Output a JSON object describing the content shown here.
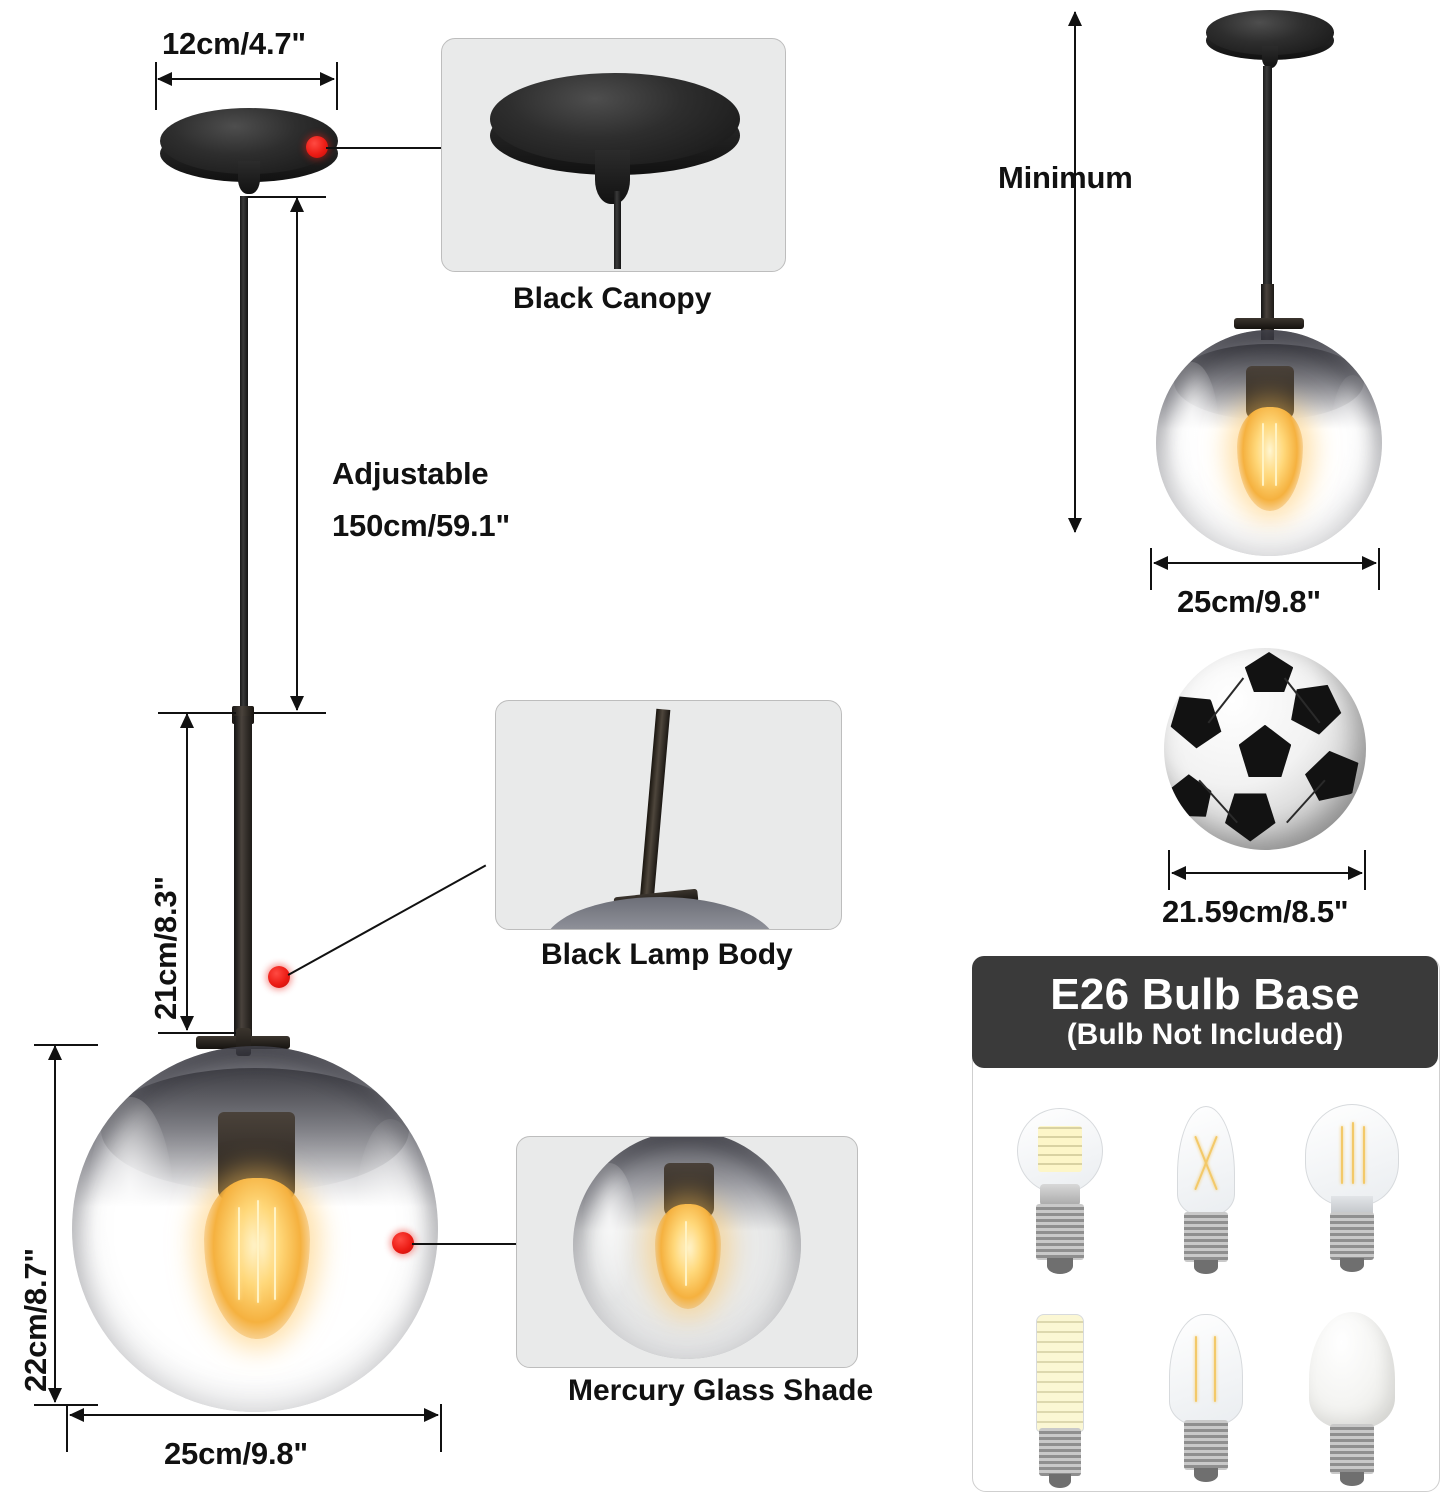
{
  "product": {
    "type": "glass-globe-pendant-light",
    "finish": "mercury-gradient-glass",
    "hardware_color": "black"
  },
  "main_diagram": {
    "canopy_width": {
      "label": "12cm/4.7\"",
      "cm": 12,
      "inch": 4.7
    },
    "adjustable": {
      "line1": "Adjustable",
      "line2": "150cm/59.1\"",
      "cm": 150,
      "inch": 59.1
    },
    "rod_length": {
      "label": "21cm/8.3\"",
      "cm": 21,
      "inch": 8.3
    },
    "shade_height": {
      "label": "22cm/8.7\"",
      "cm": 22,
      "inch": 8.7
    },
    "shade_width": {
      "label": "25cm/9.8\"",
      "cm": 25,
      "inch": 9.8
    }
  },
  "callouts": [
    {
      "id": "canopy",
      "label": "Black Canopy"
    },
    {
      "id": "lamp-body",
      "label": "Black Lamp Body"
    },
    {
      "id": "glass-shade",
      "label": "Mercury Glass Shade"
    }
  ],
  "right_panel": {
    "minimum_label": "Minimum",
    "pendant_width": {
      "label": "25cm/9.8\"",
      "cm": 25,
      "inch": 9.8
    },
    "soccer_ball": {
      "name": "soccer-ball-size-reference",
      "width": {
        "label": "21.59cm/8.5\"",
        "cm": 21.59,
        "inch": 8.5
      }
    }
  },
  "e26_panel": {
    "title": "E26 Bulb Base",
    "subtitle": "(Bulb Not Included)",
    "bulbs": [
      {
        "name": "led-smd-globe-bulb"
      },
      {
        "name": "candle-filament-bulb"
      },
      {
        "name": "g25-globe-filament-bulb"
      },
      {
        "name": "corn-led-tube-bulb"
      },
      {
        "name": "st58-filament-bulb"
      },
      {
        "name": "frosted-a19-bulb"
      }
    ]
  },
  "colors": {
    "marker_red": "#ec1c15",
    "callout_bg": "#e9eaea",
    "banner_bg": "#3a3a3a",
    "line_black": "#111111"
  }
}
